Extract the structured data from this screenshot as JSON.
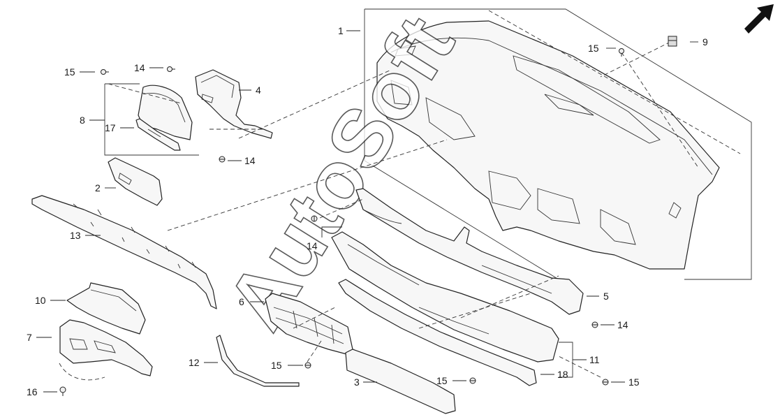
{
  "watermark": "AutoSoft",
  "callouts": {
    "c1": "1",
    "c2": "2",
    "c3": "3",
    "c4": "4",
    "c5": "5",
    "c6": "6",
    "c7": "7",
    "c8": "8",
    "c9": "9",
    "c10": "10",
    "c11": "11",
    "c12": "12",
    "c13": "13",
    "c14a": "14",
    "c14b": "14",
    "c14c": "14",
    "c14d": "14",
    "c15a": "15",
    "c15b": "15",
    "c15c": "15",
    "c15d": "15",
    "c15e": "15",
    "c16": "16",
    "c17": "17",
    "c18": "18"
  },
  "icons": {
    "orientation": "arrow-icon"
  },
  "colors": {
    "line": "#222222",
    "background": "#ffffff"
  }
}
